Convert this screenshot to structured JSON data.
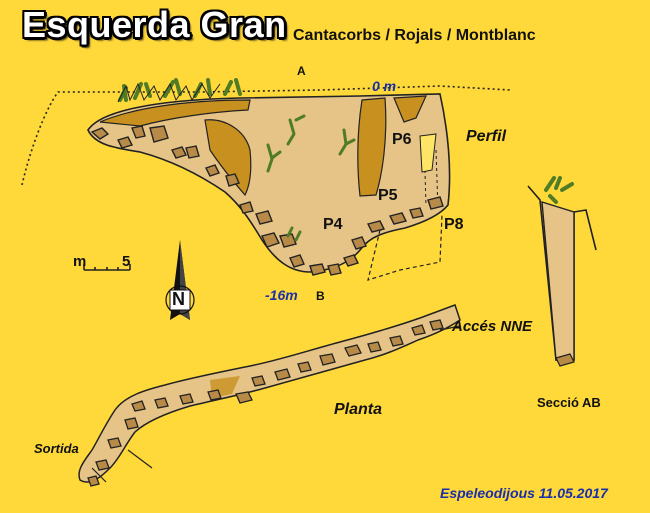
{
  "header": {
    "title": "Esquerda Gran",
    "subtitle": "Cantacorbs / Rojals / Montblanc"
  },
  "profile": {
    "label": "Perfil",
    "point_a": "A",
    "point_b": "B",
    "top_depth": "0 m",
    "bottom_depth": "-16m",
    "pits": [
      "P6",
      "P5",
      "P4",
      "P8"
    ]
  },
  "plan": {
    "label": "Planta",
    "entrance": "Accés NNE",
    "exit": "Sortida"
  },
  "section": {
    "label": "Secció AB"
  },
  "scale": {
    "unit": "m",
    "value": "5"
  },
  "north": {
    "letter": "N"
  },
  "credit": "Espeleodijous 11.05.2017",
  "colors": {
    "background": "#FFD83A",
    "cave_fill": "#E6C487",
    "sediment": "#C8901E",
    "block": "#B88A48",
    "vegetation": "#4F7C24",
    "blue_text": "#1b2fa8"
  }
}
